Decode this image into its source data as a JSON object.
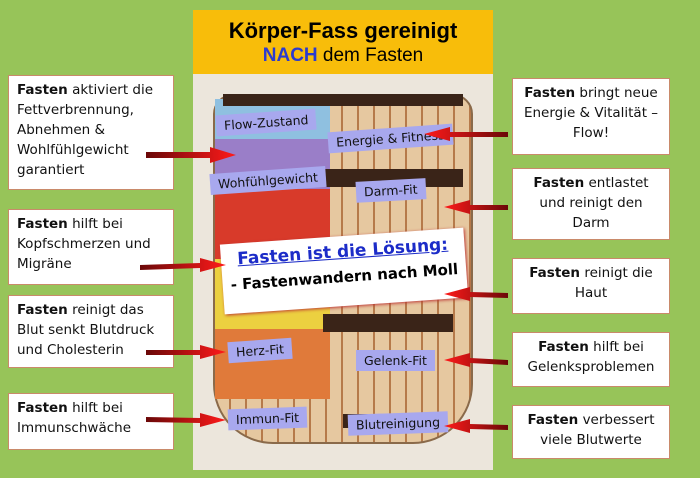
{
  "header": {
    "title": "Körper-Fass gereinigt",
    "subtitle_highlight": "NACH",
    "subtitle_rest": " dem Fasten"
  },
  "left_boxes": [
    {
      "bold": "Fasten",
      "text": " aktiviert die Fettverbrennung, Abnehmen & Wohlfühlgewicht garantiert"
    },
    {
      "bold": "Fasten",
      "text": " hilft bei Kopfschmerzen und Migräne"
    },
    {
      "bold": "Fasten",
      "text": " reinigt das Blut senkt Blutdruck und Cholesterin"
    },
    {
      "bold": "Fasten",
      "text": " hilft bei Immunschwäche"
    }
  ],
  "right_boxes": [
    {
      "bold": "Fasten",
      "text": " bringt neue Energie & Vitalität – Flow!"
    },
    {
      "bold": "Fasten",
      "text": " entlastet und reinigt den Darm"
    },
    {
      "bold": "Fasten",
      "text": " reinigt die Haut"
    },
    {
      "bold": "Fasten",
      "text": " hilft bei Gelenksproblemen"
    },
    {
      "bold": "Fasten",
      "text": " verbessert viele Blutwerte"
    }
  ],
  "labels": {
    "flow": "Flow-Zustand",
    "energie": "Energie & Fitness",
    "wohl": "Wohfühlgewicht",
    "darm": "Darm-Fit",
    "herz": "Herz-Fit",
    "gelenk": "Gelenk-Fit",
    "immun": "Immun-Fit",
    "blut": "Blutreinigung"
  },
  "solution": {
    "title": "Fasten ist die Lösung:",
    "subtitle": "- Fastenwandern nach Moll"
  }
}
